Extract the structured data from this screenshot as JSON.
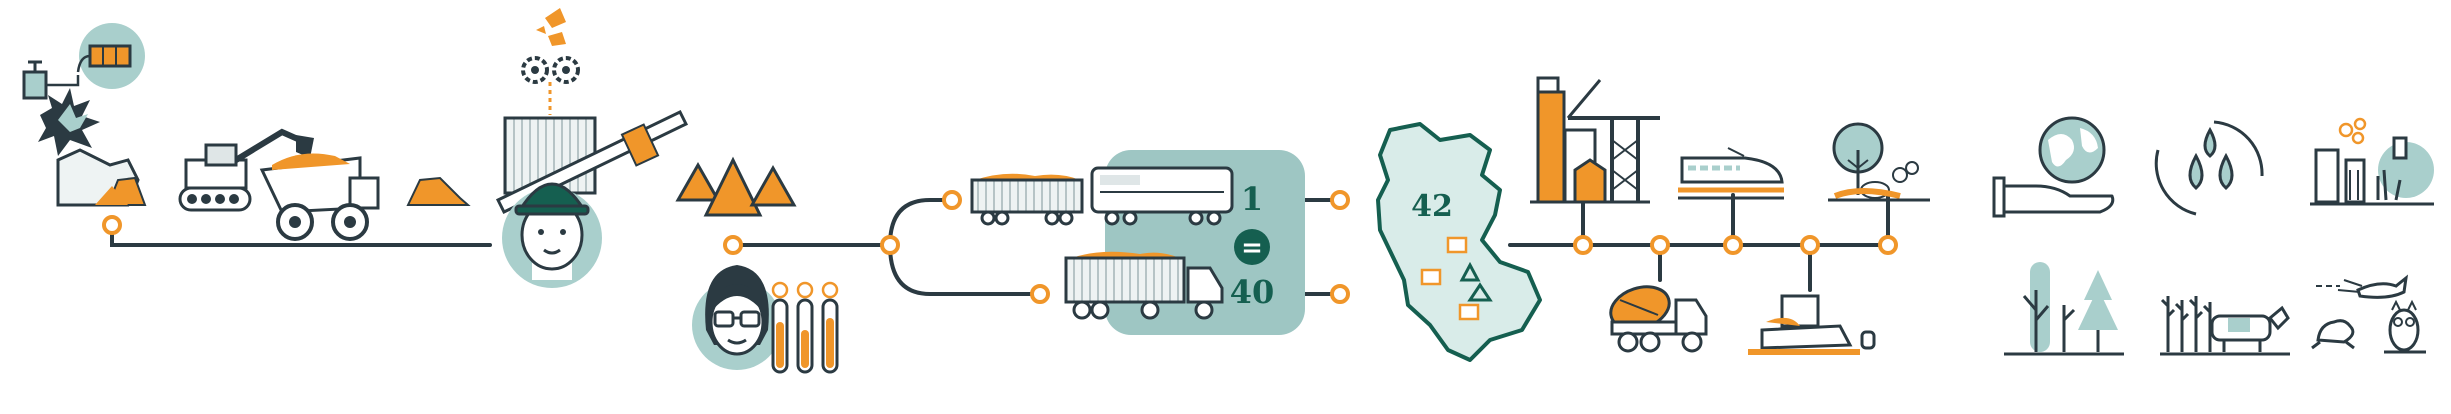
{
  "colors": {
    "ink": "#2b3a42",
    "orange": "#f0962a",
    "teal_light": "#a9cfcc",
    "teal_panel": "#9ec6c3",
    "teal_dark": "#155f50",
    "grey_light": "#dfe6e7",
    "map_fill": "#d9ece9"
  },
  "equivalence": {
    "left_number": "1",
    "right_number": "40",
    "symbol": "="
  },
  "region": {
    "number": "42"
  },
  "stages": [
    {
      "name": "extraction",
      "icons": [
        "dynamite-icon",
        "explosion-icon",
        "excavator-icon",
        "dump-truck-icon"
      ]
    },
    {
      "name": "crushing",
      "icons": [
        "crusher-icon",
        "conveyor-icon",
        "worker-helmet-icon"
      ]
    },
    {
      "name": "lab",
      "icons": [
        "aggregate-piles-icon",
        "lab-technician-icon",
        "test-tubes-icon"
      ]
    },
    {
      "name": "transport",
      "icons": [
        "train-icon",
        "truck-icon"
      ]
    },
    {
      "name": "local-use",
      "icons": [
        "map-icon",
        "plant-icon",
        "high-speed-train-icon",
        "tree-icon",
        "mixer-truck-icon",
        "paver-icon"
      ]
    },
    {
      "name": "environment",
      "icons": [
        "globe-hand-icon",
        "water-cycle-icon",
        "biodiversity-icon",
        "forest-icon",
        "farm-icon",
        "wildlife-icon"
      ]
    }
  ]
}
